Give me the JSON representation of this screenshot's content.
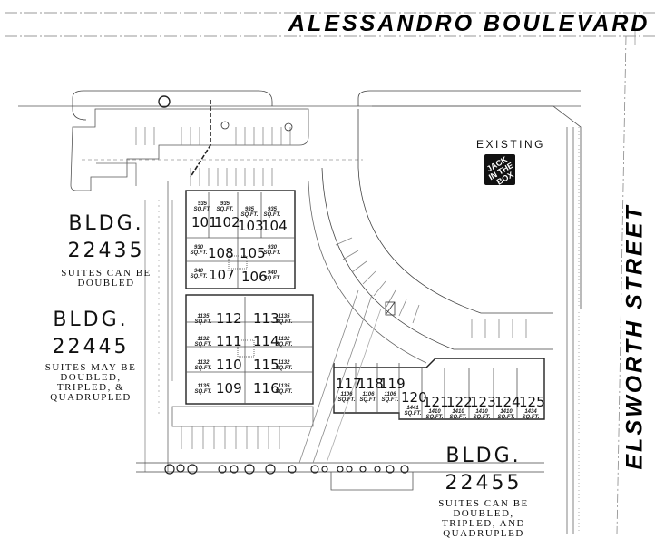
{
  "streets": {
    "north": "ALESSANDRO BOULEVARD",
    "east": "ELSWORTH STREET"
  },
  "existing": {
    "label": "EXISTING",
    "logo_text": "JACK IN THE BOX"
  },
  "buildings": [
    {
      "id": "bldg-22435",
      "title": "BLDG.",
      "number": "22435",
      "note_line1": "SUITES CAN BE",
      "note_line2": "DOUBLED",
      "suites": [
        {
          "number": "101",
          "sqft": "935"
        },
        {
          "number": "102",
          "sqft": "935"
        },
        {
          "number": "103",
          "sqft": "935"
        },
        {
          "number": "104",
          "sqft": "935"
        },
        {
          "number": "105",
          "sqft": "930"
        },
        {
          "number": "106",
          "sqft": "940"
        },
        {
          "number": "107",
          "sqft": "940"
        },
        {
          "number": "108",
          "sqft": "930"
        }
      ]
    },
    {
      "id": "bldg-22445",
      "title": "BLDG.",
      "number": "22445",
      "note_line1": "SUITES MAY BE DOUBLED,",
      "note_line2": "TRIPLED, & QUADRUPLED",
      "suites": [
        {
          "number": "109",
          "sqft": "1135"
        },
        {
          "number": "110",
          "sqft": "1132"
        },
        {
          "number": "111",
          "sqft": "1132"
        },
        {
          "number": "112",
          "sqft": "1135"
        },
        {
          "number": "113",
          "sqft": "1135"
        },
        {
          "number": "114",
          "sqft": "1132"
        },
        {
          "number": "115",
          "sqft": "1132"
        },
        {
          "number": "116",
          "sqft": "1135"
        }
      ]
    },
    {
      "id": "bldg-22455",
      "title": "BLDG.",
      "number": "22455",
      "note_line1": "SUITES CAN BE DOUBLED,",
      "note_line2": "TRIPLED, AND QUADRUPLED",
      "suites": [
        {
          "number": "117",
          "sqft": "1106"
        },
        {
          "number": "118",
          "sqft": "1106"
        },
        {
          "number": "119",
          "sqft": "1106"
        },
        {
          "number": "120",
          "sqft": "1441"
        },
        {
          "number": "121",
          "sqft": "1410"
        },
        {
          "number": "122",
          "sqft": "1410"
        },
        {
          "number": "123",
          "sqft": "1410"
        },
        {
          "number": "124",
          "sqft": "1410"
        },
        {
          "number": "125",
          "sqft": "1434"
        }
      ]
    }
  ],
  "units_label": "SQ.FT."
}
